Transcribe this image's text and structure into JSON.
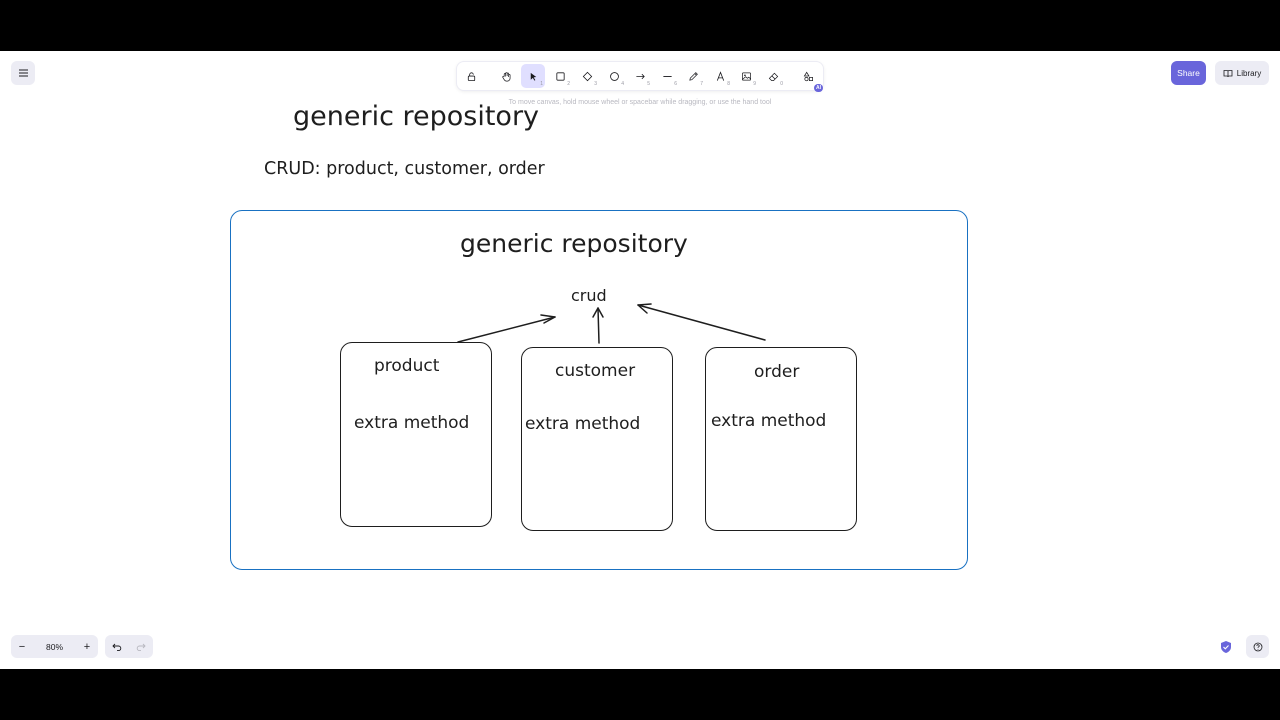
{
  "toolbar": {
    "tools": [
      {
        "name": "lock-icon",
        "num": "",
        "active": false
      },
      {
        "name": "hand-icon",
        "num": "",
        "active": false
      },
      {
        "name": "selection-icon",
        "num": "1",
        "active": true
      },
      {
        "name": "rectangle-icon",
        "num": "2",
        "active": false
      },
      {
        "name": "diamond-icon",
        "num": "3",
        "active": false
      },
      {
        "name": "ellipse-icon",
        "num": "4",
        "active": false
      },
      {
        "name": "arrow-icon",
        "num": "5",
        "active": false
      },
      {
        "name": "line-icon",
        "num": "6",
        "active": false
      },
      {
        "name": "pencil-icon",
        "num": "7",
        "active": false
      },
      {
        "name": "text-icon",
        "num": "8",
        "active": false
      },
      {
        "name": "image-icon",
        "num": "9",
        "active": false
      },
      {
        "name": "eraser-icon",
        "num": "0",
        "active": false
      },
      {
        "name": "shapes-icon",
        "num": "",
        "active": false
      }
    ],
    "ai_badge": "AI",
    "hint": "To move canvas, hold mouse wheel or spacebar while dragging, or use the hand tool"
  },
  "header": {
    "share_label": "Share",
    "library_label": "Library"
  },
  "footer": {
    "zoom_out": "−",
    "zoom_level": "80%",
    "zoom_in": "+"
  },
  "canvas": {
    "title": "generic repository",
    "subtitle": "CRUD: product, customer, order",
    "frame_title": "generic repository",
    "crud_label": "crud",
    "boxes": [
      {
        "title": "product",
        "body": "extra method"
      },
      {
        "title": "customer",
        "body": "extra method"
      },
      {
        "title": "order",
        "body": "extra method"
      }
    ],
    "frame_color": "#1971c2",
    "stroke_color": "#1e1e1e"
  },
  "colors": {
    "accent": "#6965db",
    "button_bg": "#ececf4",
    "active_tool_bg": "#e0dfff"
  }
}
